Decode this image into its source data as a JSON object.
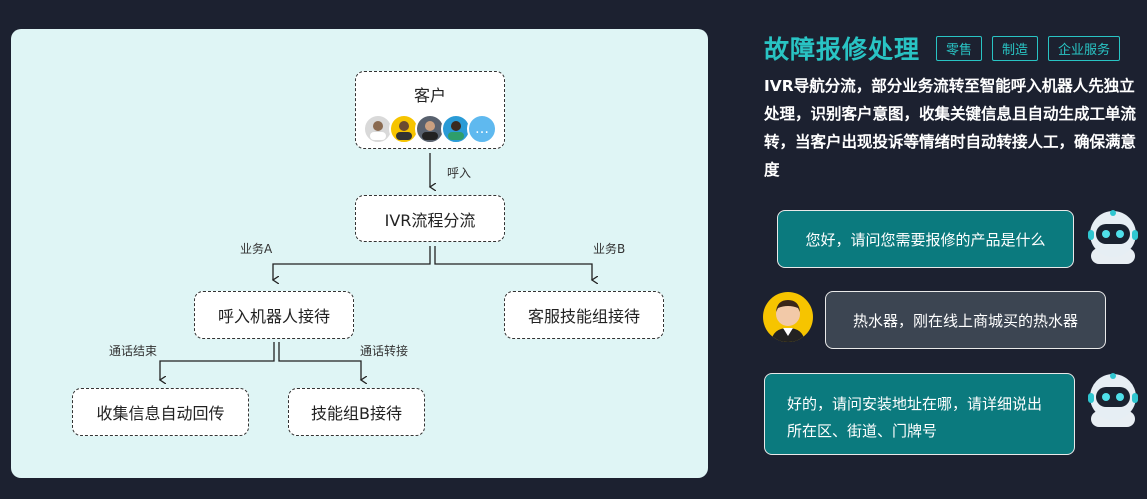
{
  "diagram": {
    "nodes": {
      "customer": "客户",
      "ivr": "IVR流程分流",
      "robot_reception": "呼入机器人接待",
      "service_reception": "客服技能组接待",
      "collect_info": "收集信息自动回传",
      "skill_group_b": "技能组B接待"
    },
    "edges": {
      "inbound": "呼入",
      "business_a": "业务A",
      "business_b": "业务B",
      "call_end": "通话结束",
      "call_transfer": "通话转接"
    },
    "avatar_more": "…"
  },
  "heading": {
    "title": "故障报修处理",
    "tags": [
      "零售",
      "制造",
      "企业服务"
    ]
  },
  "description": "IVR导航分流，部分业务流转至智能呼入机器人先独立处理，识别客户意图，收集关键信息且自动生成工单流转，当客户出现投诉等情绪时自动转接人工，确保满意度",
  "chat": {
    "bot_message_1": "您好，请问您需要报修的产品是什么",
    "user_message": "热水器，刚在线上商城买的热水器",
    "bot_message_2": "好的，请问安装地址在哪，请详细说出所在区、街道、门牌号"
  },
  "colors": {
    "accent": "#29c4c4",
    "bot_bubble": "#0b7a7e",
    "user_bubble": "#3c4552",
    "panel_bg": "#dff5f5",
    "page_bg": "#1c2130"
  }
}
